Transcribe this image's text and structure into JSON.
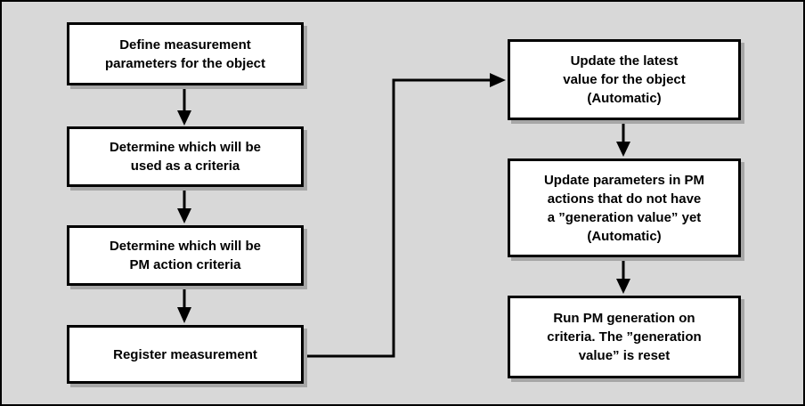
{
  "colors": {
    "background": "#d8d8d8",
    "box_fill": "#ffffff",
    "box_border": "#000000",
    "shadow": "#a6a6a6",
    "arrow": "#000000",
    "text": "#000000"
  },
  "flowchart": {
    "left_column": {
      "steps": [
        {
          "label": "Define measurement\nparameters for the object"
        },
        {
          "label": "Determine which will be\nused as a criteria"
        },
        {
          "label": "Determine which will be\nPM action criteria"
        },
        {
          "label": "Register measurement"
        }
      ]
    },
    "right_column": {
      "steps": [
        {
          "label": "Update the latest\nvalue for the object\n(Automatic)"
        },
        {
          "label": "Update parameters in PM\nactions that do not have\na ”generation value” yet\n(Automatic)"
        },
        {
          "label": "Run PM generation on\ncriteria. The ”generation\nvalue” is reset"
        }
      ]
    }
  }
}
